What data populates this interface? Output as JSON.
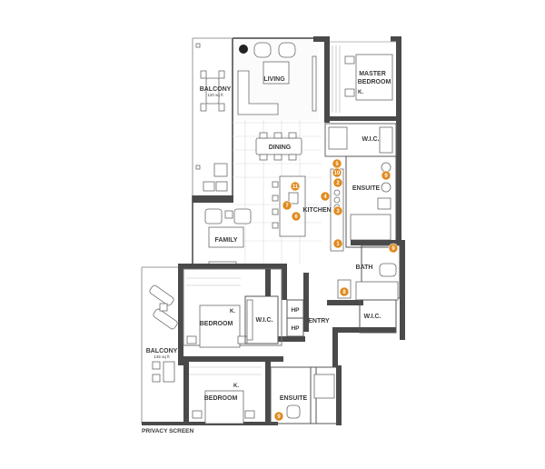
{
  "rooms": {
    "balcony_top": "BALCONY",
    "balcony_top_area": "120 sq ft",
    "living": "LIVING",
    "master_bedroom_1": "MASTER",
    "master_bedroom_2": "BEDROOM",
    "master_k": "K.",
    "dining": "DINING",
    "wic_master": "W.I.C.",
    "ensuite_master": "ENSUITE",
    "kitchen": "KITCHEN",
    "family": "FAMILY",
    "bath": "BATH",
    "bedroom_mid": "BEDROOM",
    "bedroom_mid_k": "K.",
    "wic_mid": "W.I.C.",
    "hp_1": "HP",
    "hp_2": "HP",
    "entry": "ENTRY",
    "wic_right": "W.I.C.",
    "balcony_bottom": "BALCONY",
    "balcony_bottom_area": "145 sq ft",
    "bedroom_bottom": "BEDROOM",
    "bedroom_bottom_k": "K.",
    "ensuite_bottom": "ENSUITE",
    "privacy_screen": "PRIVACY SCREEN"
  },
  "markers": [
    "1",
    "2",
    "3",
    "4",
    "5",
    "6",
    "7",
    "8",
    "9",
    "10",
    "11"
  ],
  "colors": {
    "wall": "#4a4a4a",
    "marker": "#e08a1e",
    "grid": "#dcdcdc"
  }
}
